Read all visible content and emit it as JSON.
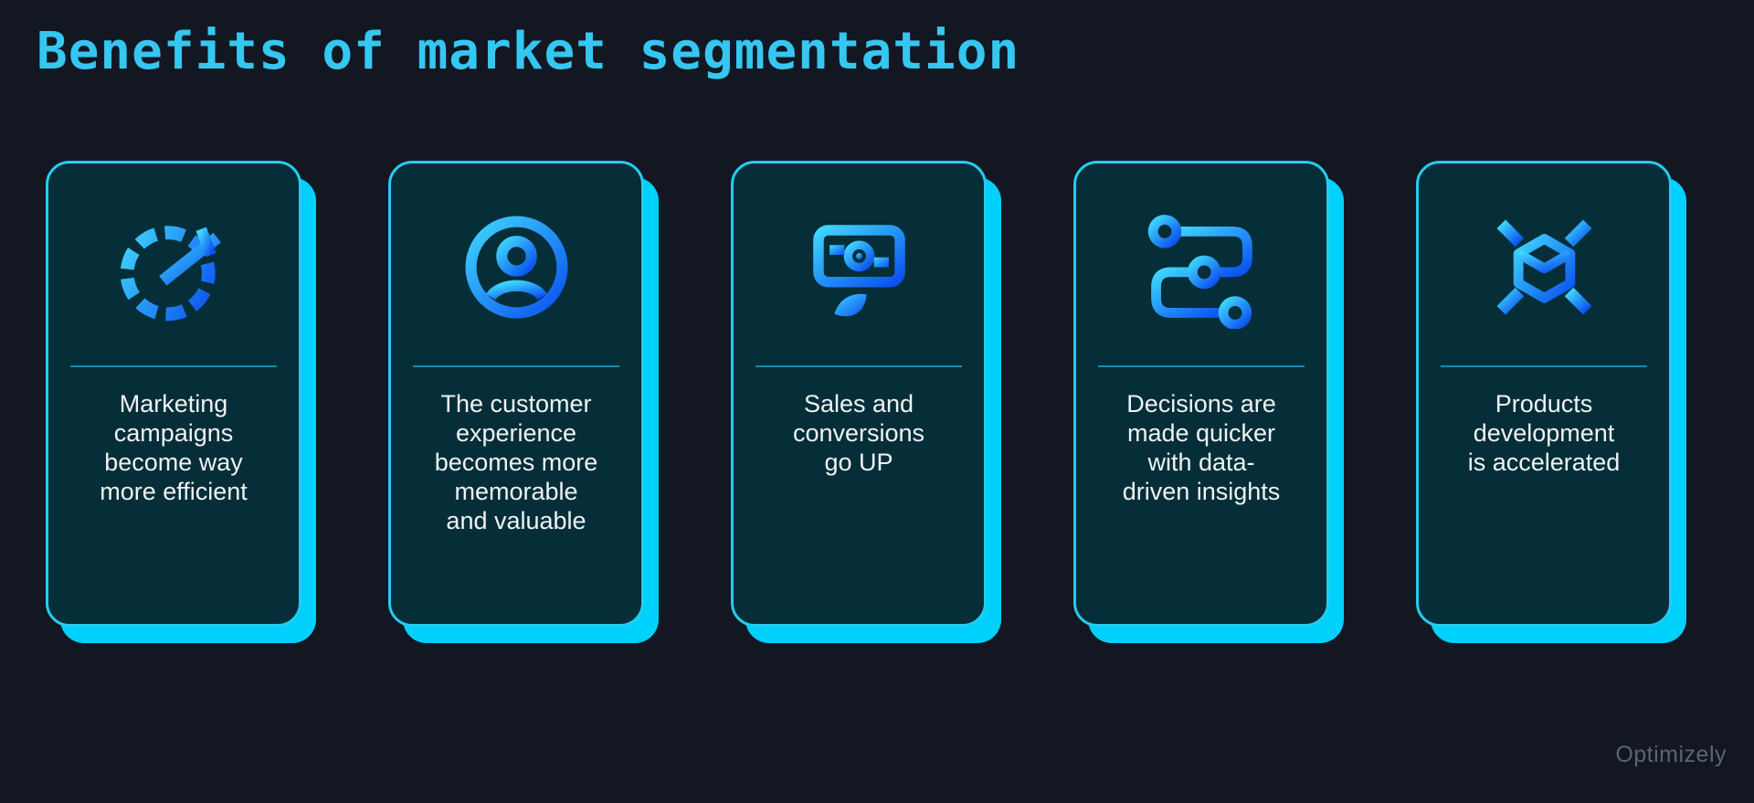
{
  "title": "Benefits of market segmentation",
  "watermark": "Optimizely",
  "colors": {
    "page_background": "#131722",
    "card_background": "#052e38",
    "card_border": "#23cdf0",
    "card_offset_shadow": "#00d0fc",
    "title_text": "#35c7f0",
    "divider": "#178caa",
    "body_text": "#eff2f5",
    "watermark_text": "#5b6475",
    "icon_gradient_start": "#3fd6fe",
    "icon_gradient_end": "#0a4ff0"
  },
  "cards": [
    {
      "icon": "speedometer-icon",
      "text": "Marketing campaigns become way more efficient",
      "text_lines": [
        "Marketing",
        "campaigns",
        "become way",
        "more efficient"
      ]
    },
    {
      "icon": "user-circle-icon",
      "text": "The customer experience becomes more memorable and valuable",
      "text_lines": [
        "The customer",
        "experience",
        "becomes more",
        "memorable",
        "and valuable"
      ]
    },
    {
      "icon": "money-growth-icon",
      "text": "Sales and conversions go UP",
      "text_lines": [
        "Sales and",
        "conversions",
        "go UP"
      ]
    },
    {
      "icon": "workflow-icon",
      "text": "Decisions are made quicker with data-driven insights",
      "text_lines": [
        "Decisions are",
        "made quicker",
        "with data-",
        "driven insights"
      ]
    },
    {
      "icon": "cube-expand-icon",
      "text": "Products development is accelerated",
      "text_lines": [
        "Products",
        "development",
        "is accelerated"
      ]
    }
  ]
}
